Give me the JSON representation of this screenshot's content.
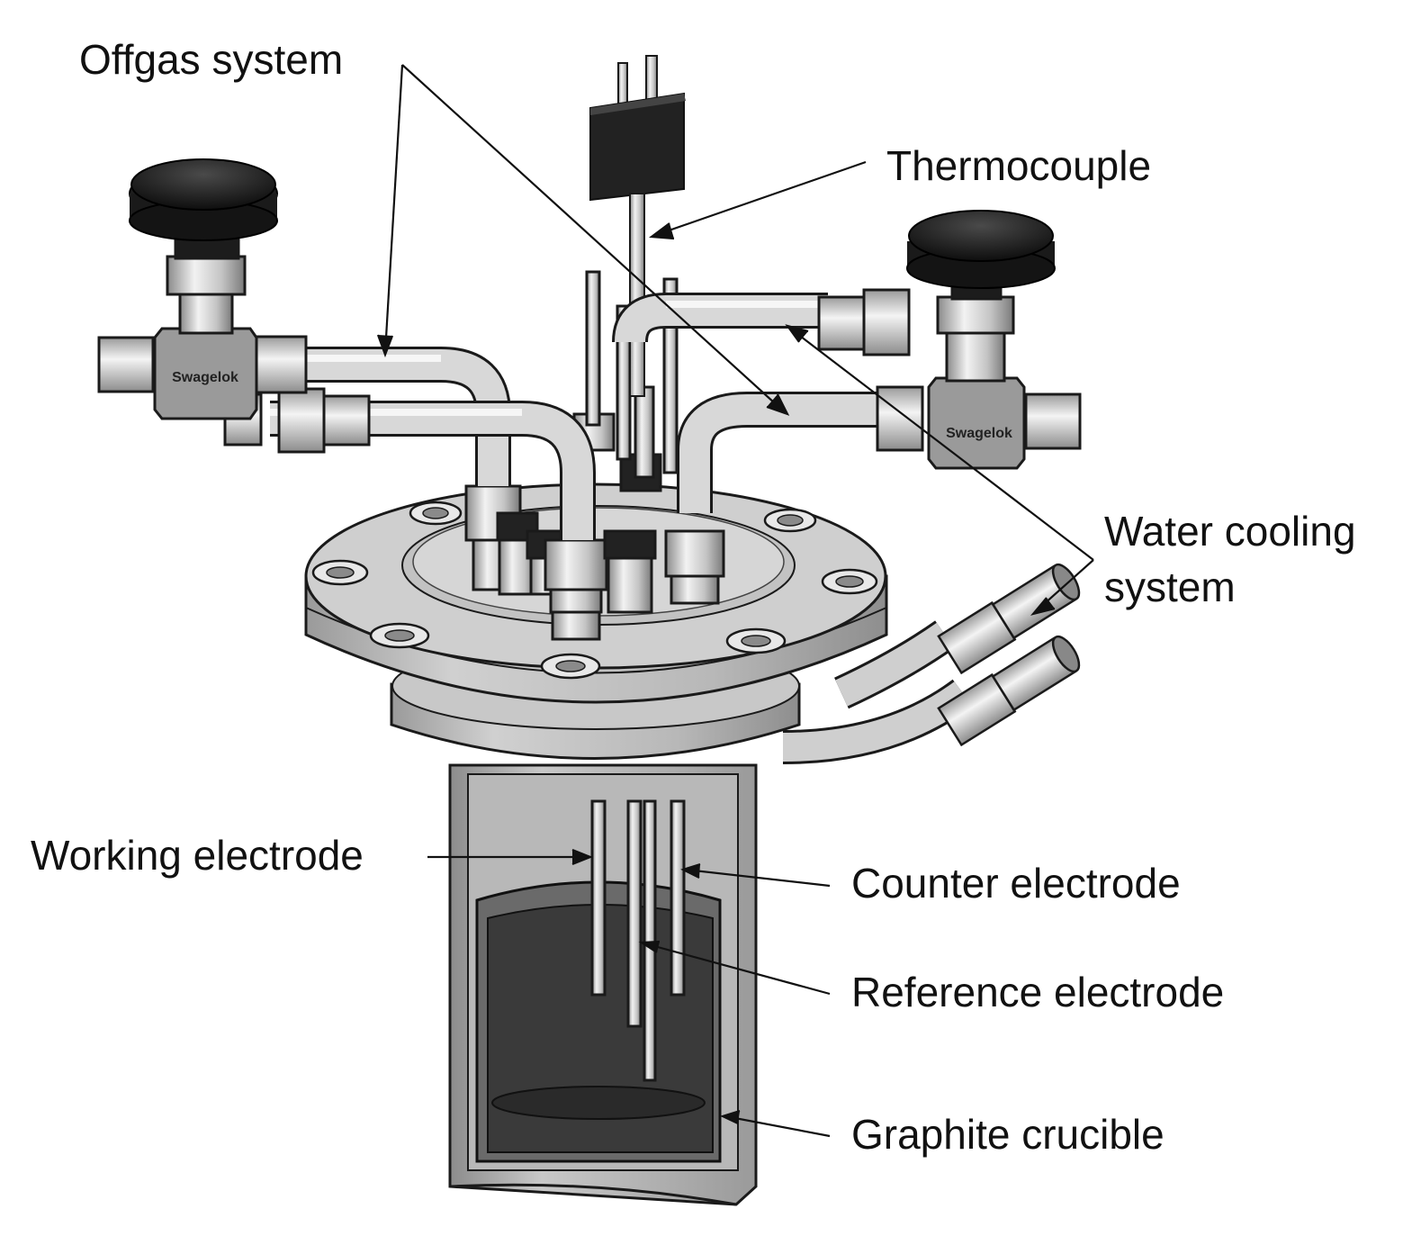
{
  "labels": {
    "offgas": "Offgas system",
    "thermocouple": "Thermocouple",
    "water_cooling_line1": "Water cooling",
    "water_cooling_line2": "system",
    "working_electrode": "Working electrode",
    "counter_electrode": "Counter electrode",
    "reference_electrode": "Reference electrode",
    "graphite_crucible": "Graphite crucible"
  },
  "valve_brand": "Swagelok"
}
